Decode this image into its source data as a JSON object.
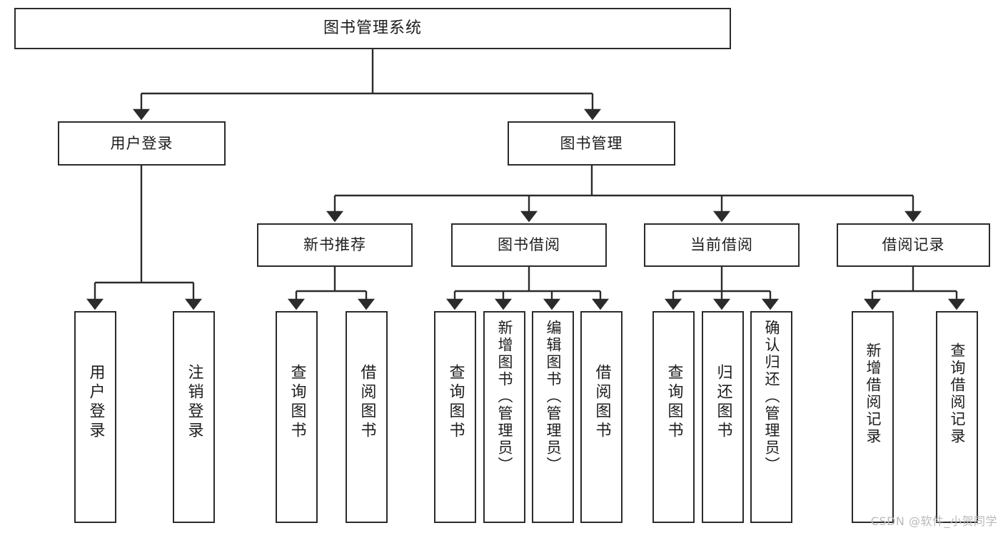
{
  "diagram": {
    "title": "图书管理系统",
    "type": "tree-hierarchy",
    "root": {
      "label": "图书管理系统"
    },
    "level2": [
      {
        "label": "用户登录"
      },
      {
        "label": "图书管理"
      }
    ],
    "level3": [
      {
        "label": "新书推荐"
      },
      {
        "label": "图书借阅"
      },
      {
        "label": "当前借阅"
      },
      {
        "label": "借阅记录"
      }
    ],
    "leaves": {
      "user_login": [
        {
          "label": "用户登录"
        },
        {
          "label": "注销登录"
        }
      ],
      "new_book_recommend": [
        {
          "label": "查询图书"
        },
        {
          "label": "借阅图书"
        }
      ],
      "book_borrow": [
        {
          "label": "查询图书"
        },
        {
          "label": "新增图书（管理员）"
        },
        {
          "label": "编辑图书（管理员）"
        },
        {
          "label": "借阅图书"
        }
      ],
      "current_borrow": [
        {
          "label": "查询图书"
        },
        {
          "label": "归还图书"
        },
        {
          "label": "确认归还（管理员）"
        }
      ],
      "borrow_record": [
        {
          "label": "新增借阅记录"
        },
        {
          "label": "查询借阅记录"
        }
      ]
    }
  },
  "watermark": {
    "text": "CSDN @软件_小贺同学"
  },
  "colors": {
    "stroke": "#2b2b2b",
    "background": "#ffffff",
    "text": "#1d1d1d",
    "watermark": "#b9b9b9"
  }
}
